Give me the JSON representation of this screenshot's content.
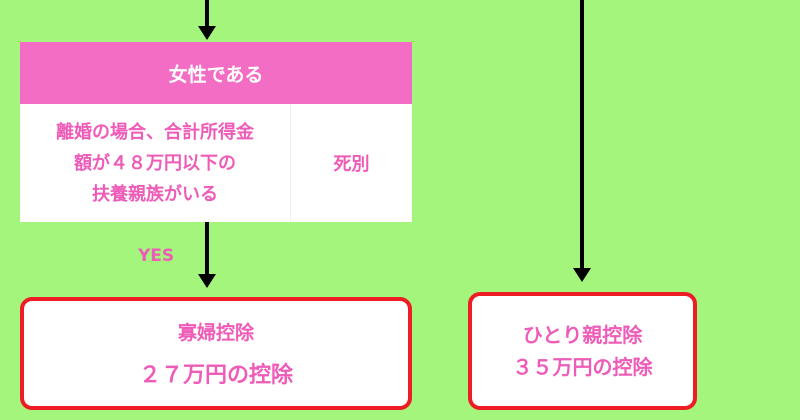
{
  "condition": {
    "header": "女性である",
    "left_lines": [
      "離婚の場合、合計所得金",
      "額が４８万円以下の",
      "扶養親族がいる"
    ],
    "right": "死別"
  },
  "yes_label": "YES",
  "results": [
    {
      "title": "寡婦控除",
      "amount": "２７万円の控除"
    },
    {
      "title": "ひとり親控除",
      "amount": "３５万円の控除"
    }
  ],
  "colors": {
    "background": "#a4f57c",
    "header_fill": "#f26dc3",
    "text_pink": "#ee5cb8",
    "result_border": "#ee1c24",
    "arrow": "#000000"
  }
}
